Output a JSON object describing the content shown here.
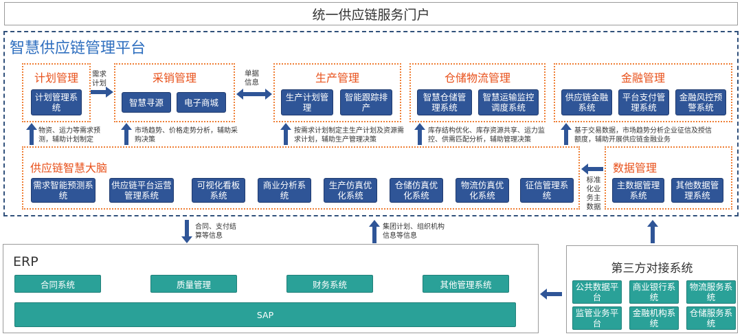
{
  "portal_title": "统一供应链服务门户",
  "platform_title": "智慧供应链管理平台",
  "modules": {
    "plan": {
      "title": "计划管理",
      "items": [
        "计划管理系统"
      ]
    },
    "purchase": {
      "title": "采销管理",
      "items": [
        "智慧寻源",
        "电子商城"
      ]
    },
    "production": {
      "title": "生产管理",
      "items": [
        "生产计划管理",
        "智能跟踪排产"
      ]
    },
    "warehouse": {
      "title": "仓储物流管理",
      "items": [
        "智慧仓储管理系统",
        "智慧运输监控调度系统"
      ]
    },
    "finance": {
      "title": "金融管理",
      "items": [
        "供应链金融系统",
        "平台支付管理系统",
        "金融风控预警系统"
      ]
    },
    "brain": {
      "title": "供应链智慧大脑",
      "items": [
        "需求智能预测系统",
        "供应链平台运营管理系统",
        "可视化看板系统",
        "商业分析系统",
        "生产仿真优化系统",
        "仓储仿真优化系统",
        "物流仿真优化系统",
        "征信管理系统"
      ]
    },
    "data": {
      "title": "数据管理",
      "items": [
        "主数据管理系统",
        "其他数据管理系统"
      ]
    }
  },
  "connectors": {
    "plan_to_purchase": "需求计划",
    "purchase_production": "单据信息",
    "brain_to_plan": "物资、运力等需求预测，辅助计划制定",
    "brain_to_purchase": "市场趋势、价格走势分析，辅助采购决策",
    "brain_to_production": "按需求计划制定主生产计划及资源需求计划，辅助生产管理决策",
    "brain_to_warehouse": "库存结构优化、库存资源共享、运力监控、供需匹配分析，辅助管理决策",
    "brain_to_finance": "基于交易数据，市场趋势分析企业征信及授信额度，辅助开展供应链金融业务",
    "data_to_brain": "标准化业务主数据",
    "platform_to_erp": "合同、支付结算等信息",
    "erp_to_platform": "集团计划、组织机构信息等信息"
  },
  "erp": {
    "title": "ERP",
    "systems": [
      "合同系统",
      "质量管理",
      "财务系统",
      "其他管理系统"
    ],
    "base": "SAP"
  },
  "third_party": {
    "title": "第三方对接系统",
    "systems": [
      "公共数据平台",
      "商业银行系统",
      "物流服务系统",
      "监管业务平台",
      "金融机构系统",
      "仓储服务系统"
    ]
  },
  "colors": {
    "module_border": "#ef7d32",
    "module_title": "#e8501a",
    "button": "#2f5597",
    "teal": "#2aa198",
    "arrow": "#2f5597"
  }
}
